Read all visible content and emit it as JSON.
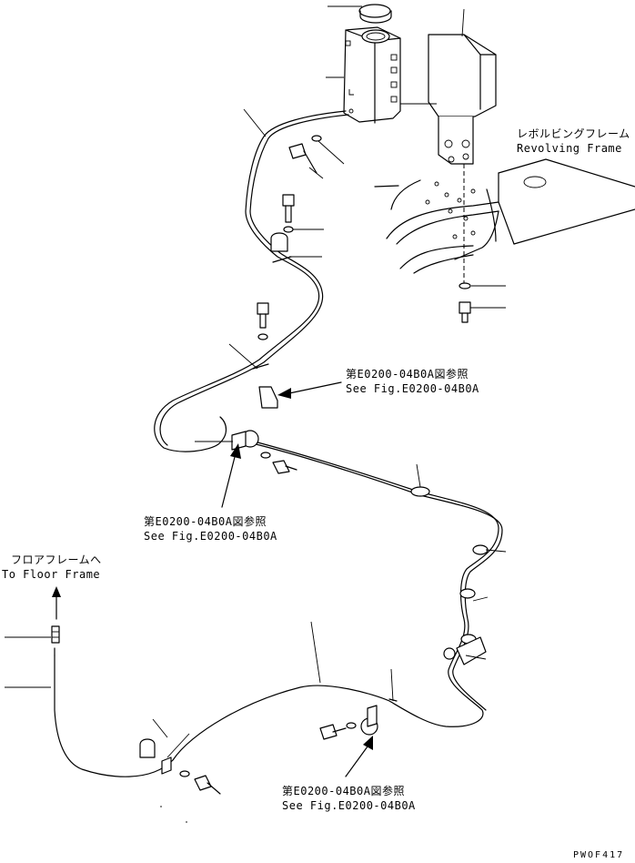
{
  "labels": {
    "revolving_frame_jp": "レボルビングフレーム",
    "revolving_frame_en": "Revolving Frame",
    "ref1_jp": "第E0200-04B0A図参照",
    "ref1_en": "See Fig.E0200-04B0A",
    "ref2_jp": "第E0200-04B0A図参照",
    "ref2_en": "See Fig.E0200-04B0A",
    "ref3_jp": "第E0200-04B0A図参照",
    "ref3_en": "See Fig.E0200-04B0A",
    "floor_frame_jp": "フロアフレームへ",
    "floor_frame_en": "To Floor Frame",
    "drawing_id": "PWOF417"
  }
}
